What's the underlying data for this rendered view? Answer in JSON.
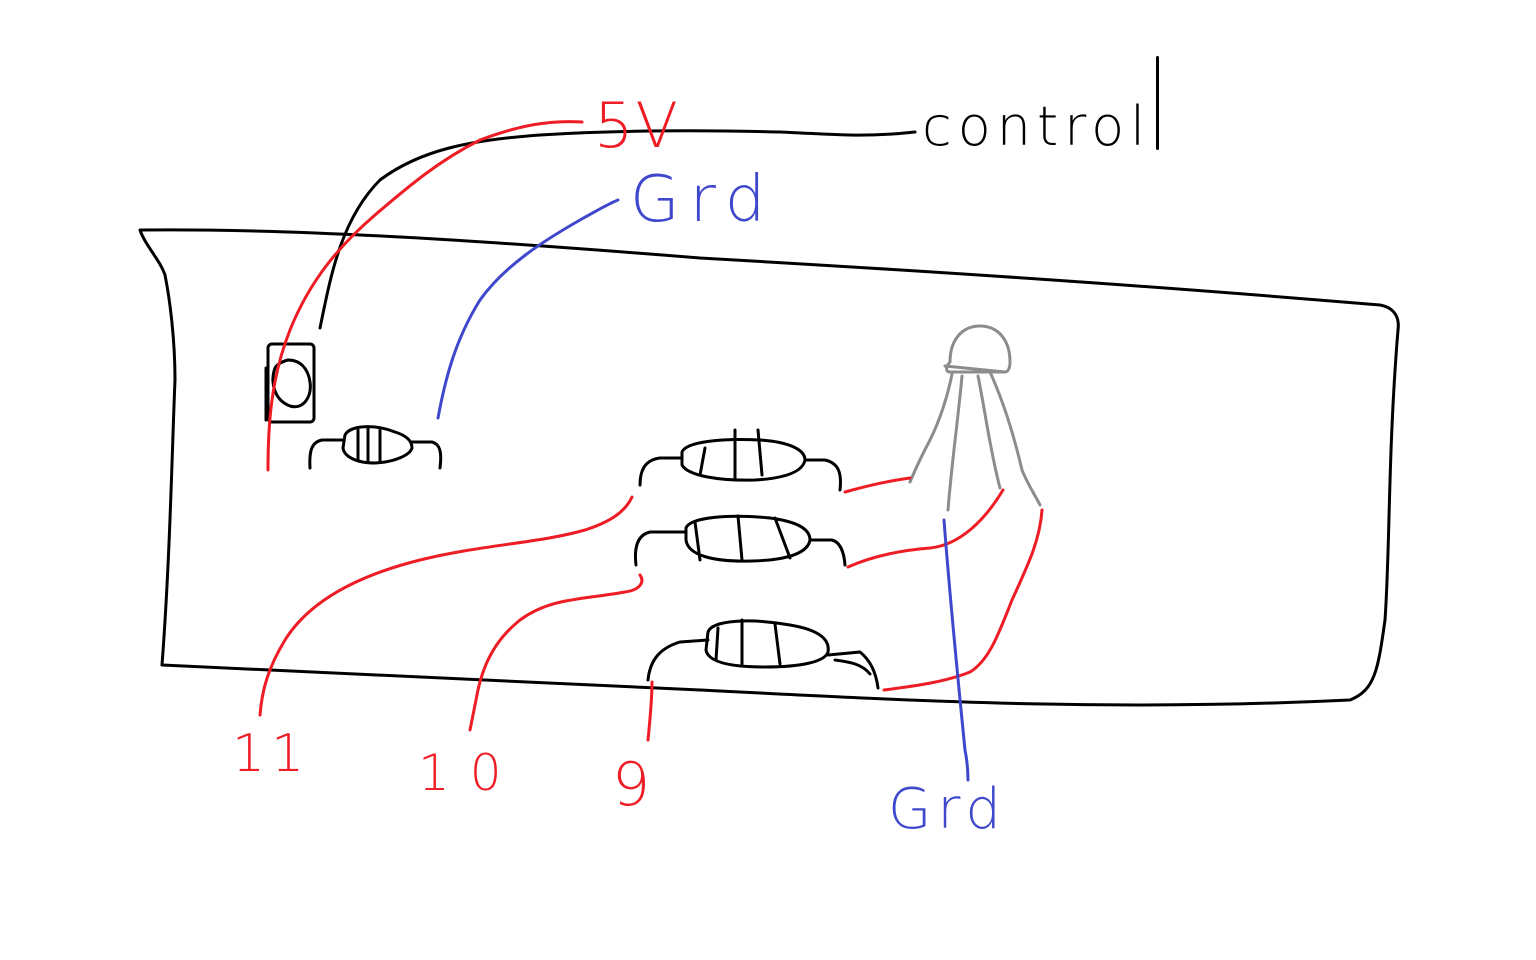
{
  "colors": {
    "ink": "#000000",
    "power": "#ee1c24",
    "ground": "#3f48cc",
    "led": "#8c8c8c",
    "background": "#ffffff"
  },
  "labels": {
    "control": "control",
    "five_volt": "5V",
    "ground_top": "Grd",
    "ground_bottom": "Grd",
    "pin_11": "11",
    "pin_10": "10",
    "pin_9": "9"
  },
  "components": {
    "button": "push-button",
    "resistors": [
      "resistor",
      "resistor",
      "resistor",
      "resistor"
    ],
    "led": "rgb-led"
  }
}
